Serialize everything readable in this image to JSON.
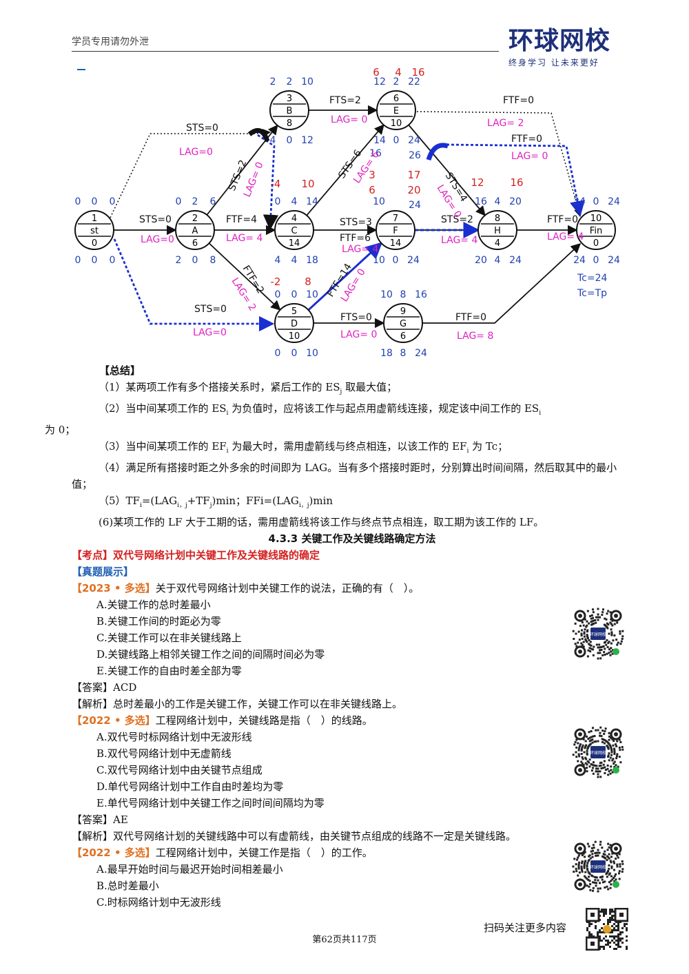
{
  "header": {
    "note": "学员专用请勿外泄",
    "logo_text": "环球网校",
    "logo_slogan": "终身学习 让未来更好"
  },
  "diagram": {
    "nodes": [
      {
        "id": "1",
        "name": "st",
        "dur": "0",
        "tl": "0",
        "tm": "0",
        "tr": "0",
        "bl": "0",
        "bm": "0",
        "br": "0"
      },
      {
        "id": "2",
        "name": "A",
        "dur": "6",
        "tl": "0",
        "tm": "2",
        "tr": "6",
        "bl": "2",
        "bm": "0",
        "br": "8"
      },
      {
        "id": "3",
        "name": "B",
        "dur": "8",
        "tl": "2",
        "tm": "2",
        "tr": "10",
        "bl": "4",
        "bm": "0",
        "br": "12"
      },
      {
        "id": "4",
        "name": "C",
        "dur": "14",
        "tl": "0",
        "tm": "4",
        "tr": "14",
        "bl": "4",
        "bm": "4",
        "br": "18"
      },
      {
        "id": "5",
        "name": "D",
        "dur": "10",
        "tl": "0",
        "tm": "0",
        "tr": "10",
        "bl": "0",
        "bm": "0",
        "br": "10"
      },
      {
        "id": "6",
        "name": "E",
        "dur": "10",
        "tl": "12",
        "tm": "2",
        "tr": "22",
        "bl": "14",
        "bm": "0",
        "br": "24"
      },
      {
        "id": "7",
        "name": "F",
        "dur": "14",
        "tl": "10",
        "tm": "",
        "tr": "",
        "bl": "10",
        "bm": "0",
        "br": "24"
      },
      {
        "id": "8",
        "name": "H",
        "dur": "4",
        "tl": "16",
        "tm": "4",
        "tr": "20",
        "bl": "20",
        "bm": "4",
        "br": "24"
      },
      {
        "id": "9",
        "name": "G",
        "dur": "6",
        "tl": "10",
        "tm": "8",
        "tr": "16",
        "bl": "18",
        "bm": "8",
        "br": "24"
      },
      {
        "id": "10",
        "name": "Fin",
        "dur": "0",
        "tl": "24",
        "tm": "0",
        "tr": "24",
        "bl": "24",
        "bm": "0",
        "br": "24"
      }
    ],
    "red_values": [
      {
        "id": "r1",
        "text": "6"
      },
      {
        "id": "r2",
        "text": "4"
      },
      {
        "id": "r3",
        "text": "16"
      },
      {
        "id": "r4",
        "text": "-4"
      },
      {
        "id": "r5",
        "text": "10"
      },
      {
        "id": "r6",
        "text": "-2"
      },
      {
        "id": "r7",
        "text": "8"
      },
      {
        "id": "r8",
        "text": "3"
      },
      {
        "id": "r9",
        "text": "6"
      },
      {
        "id": "r10",
        "text": "17"
      },
      {
        "id": "r11",
        "text": "20"
      },
      {
        "id": "r12",
        "text": "12"
      },
      {
        "id": "r13",
        "text": "16"
      }
    ],
    "extra_blue": [
      {
        "id": "b1",
        "text": "16"
      },
      {
        "id": "b2",
        "text": "26"
      },
      {
        "id": "b3",
        "text": "24"
      }
    ],
    "link_labels": [
      {
        "id": "l1",
        "text": "STS=0"
      },
      {
        "id": "l2",
        "text": "LAG=0"
      },
      {
        "id": "l3",
        "text": "STS=0"
      },
      {
        "id": "l4",
        "text": "LAG=0"
      },
      {
        "id": "l5",
        "text": "STS=0"
      },
      {
        "id": "l6",
        "text": "LAG=0"
      },
      {
        "id": "l7",
        "text": "FTS=2"
      },
      {
        "id": "l8",
        "text": "LAG= 0"
      },
      {
        "id": "l9",
        "text": "FTF=0"
      },
      {
        "id": "l10",
        "text": "LAG= 2"
      },
      {
        "id": "l11",
        "text": "FTF=0"
      },
      {
        "id": "l12",
        "text": "LAG= 0"
      },
      {
        "id": "l13",
        "text": "FTF=4"
      },
      {
        "id": "l14",
        "text": "LAG= 4"
      },
      {
        "id": "l15",
        "text": "STS=3"
      },
      {
        "id": "l16",
        "text": "FTF=6"
      },
      {
        "id": "l17",
        "text": "LAG= 4"
      },
      {
        "id": "l18",
        "text": "STS=2"
      },
      {
        "id": "l19",
        "text": "LAG= 4"
      },
      {
        "id": "l20",
        "text": "FTF=0"
      },
      {
        "id": "l21",
        "text": "LAG= 4"
      },
      {
        "id": "l22",
        "text": "FTS=0"
      },
      {
        "id": "l23",
        "text": "LAG= 0"
      },
      {
        "id": "l24",
        "text": "FTF=0"
      },
      {
        "id": "l25",
        "text": "LAG= 8"
      },
      {
        "id": "l26",
        "text": "STS=2"
      },
      {
        "id": "l27",
        "text": "LAG= 0"
      },
      {
        "id": "l28",
        "text": "FTF=2"
      },
      {
        "id": "l29",
        "text": "LAG= 2"
      },
      {
        "id": "l30",
        "text": "STS=6"
      },
      {
        "id": "l31",
        "text": "LAG= 6"
      },
      {
        "id": "l32",
        "text": "FTF=14"
      },
      {
        "id": "l33",
        "text": "LAG= 0"
      },
      {
        "id": "l34",
        "text": "STS=4"
      },
      {
        "id": "l35",
        "text": "LAG= 0"
      }
    ],
    "tc1": "Tc=24",
    "tc2": "Tc=Tp"
  },
  "summary": {
    "title": "【总结】",
    "p1": "（1）某两项工作有多个搭接关系时，紧后工作的 ES",
    "p1_sub": "j",
    "p1_end": " 取最大值；",
    "p2": "（2）当中间某项工作的 ES",
    "p2_sub": "i",
    "p2_mid": " 为负值时，应将该工作与起点用虚箭线连接，规定该中间工作的 ES",
    "p2_sub2": "i",
    "p2_end": "为 0；",
    "p3": "（3）当中间某项工作的 EF",
    "p3_sub": "i",
    "p3_mid": " 为最大时，需用虚箭线与终点相连，以该工作的 EF",
    "p3_sub2": "i",
    "p3_end": " 为 Tc；",
    "p4": "（4）满足所有搭接时距之外多余的时间即为 LAG。当有多个搭接时距时，分别算出时间间隔，然后取其中的最小值；",
    "p5": "（5）TF",
    "p5_sub": "i",
    "p5_mid": "=(LAG",
    "p5_sub2": "i，j",
    "p5_mid2": "+TF",
    "p5_sub3": "j",
    "p5_mid3": ")min；FFi=(LAG",
    "p5_sub4": "i，j",
    "p5_end": ")min",
    "p6": "(6)某项工作的 LF 大于工期的话，需用虚箭线将该工作与终点节点相连，取工期为该工作的 LF。"
  },
  "section": {
    "title": "4.3.3 关键工作及关键线路确定方法",
    "kaodian": "【考点】双代号网络计划中关键工作及关键线路的确定",
    "zhenti": "【真题展示】"
  },
  "q1": {
    "tag": "【2023 • 多选】",
    "stem": "关于双代号网络计划中关键工作的说法，正确的有（　）。",
    "options": [
      "A.关键工作的总时差最小",
      "B.关键工作间的时距必为零",
      "C.关键工作可以在非关键线路上",
      "D.关键线路上相邻关键工作之间的间隔时间必为零",
      "E.关键工作的自由时差全部为零"
    ],
    "answer_label": "【答案】",
    "answer": "ACD",
    "analysis_label": "【解析】",
    "analysis": "总时差最小的工作是关键工作，关键工作可以在非关键线路上。"
  },
  "q2": {
    "tag": "【2022 • 多选】",
    "stem": "工程网络计划中，关键线路是指（　）的线路。",
    "options": [
      "A.双代号时标网络计划中无波形线",
      "B.双代号网络计划中无虚箭线",
      "C.双代号网络计划中由关键节点组成",
      "D.单代号网络计划中工作自由时差均为零",
      "E.单代号网络计划中关键工作之间时间间隔均为零"
    ],
    "answer_label": "【答案】",
    "answer": "AE",
    "analysis_label": "【解析】",
    "analysis": "双代号网络计划的关键线路中可以有虚箭线，由关键节点组成的线路不一定是关键线路。"
  },
  "q3": {
    "tag": "【2022 • 多选】",
    "stem": "工程网络计划中，关键工作是指（　）的工作。",
    "options": [
      "A.最早开始时间与最迟开始时间相差最小",
      "B.总时差最小",
      "C.时标网络计划中无波形线"
    ]
  },
  "qr_label": "环球网校",
  "footer": {
    "scan": "扫码关注更多内容",
    "page": "第62页共117页"
  }
}
